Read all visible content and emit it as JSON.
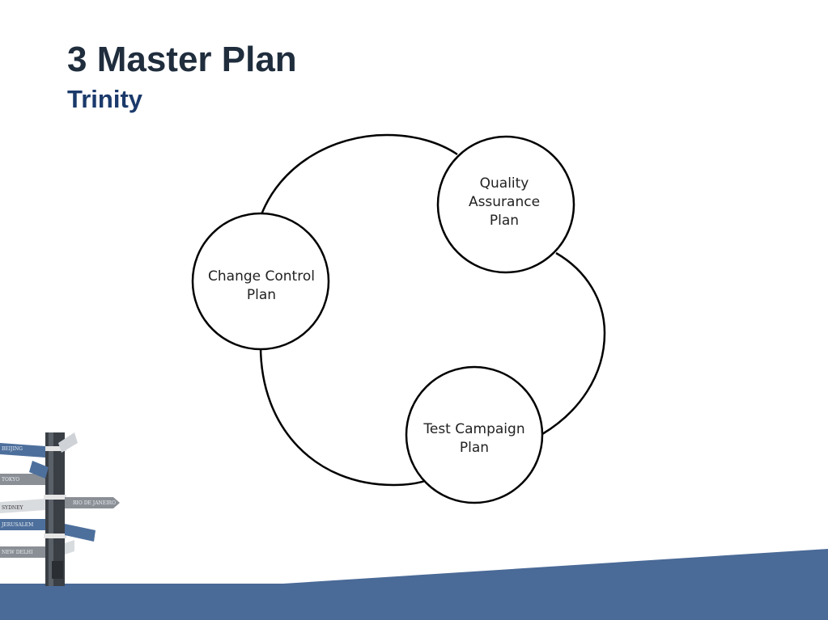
{
  "slide": {
    "title": "3 Master Plan",
    "subtitle": "Trinity"
  },
  "diagram": {
    "nodes": [
      {
        "id": "quality",
        "lines": [
          "Quality",
          "Assurance",
          "Plan"
        ]
      },
      {
        "id": "change",
        "lines": [
          "Change Control",
          "Plan"
        ]
      },
      {
        "id": "test",
        "lines": [
          "Test Campaign",
          "Plan"
        ]
      }
    ]
  },
  "signpost": {
    "signs": [
      "BEIJING",
      "TOKYO",
      "RIO DE JANEIRO",
      "SYDNEY",
      "JERUSALEM",
      "NEW DELHI"
    ]
  },
  "colors": {
    "title": "#1f2d3d",
    "subtitle": "#1b3a6b",
    "band": "#4a6a97",
    "stroke": "#000000"
  }
}
